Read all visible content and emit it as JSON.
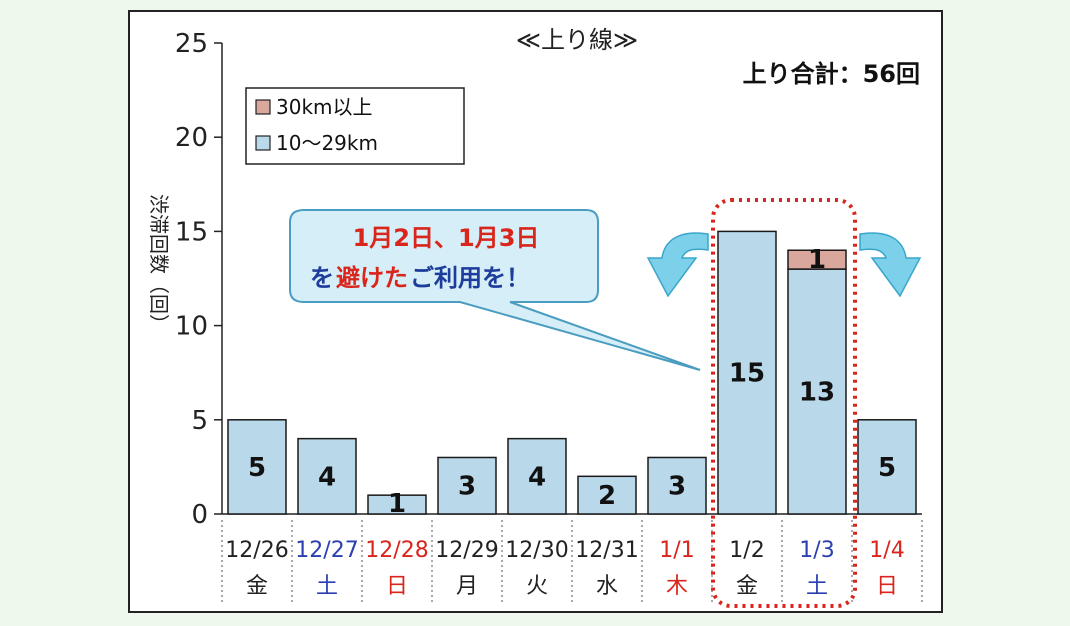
{
  "chart_data": {
    "type": "bar",
    "title": "≪上り線≫",
    "total_label": "上り合計：56回",
    "ylabel": "渋滞回数（回）",
    "ylim": [
      0,
      25
    ],
    "yticks": [
      0,
      5,
      10,
      15,
      20,
      25
    ],
    "categories": [
      "12/26",
      "12/27",
      "12/28",
      "12/29",
      "12/30",
      "12/31",
      "1/1",
      "1/2",
      "1/3",
      "1/4"
    ],
    "weekdays": [
      "金",
      "土",
      "日",
      "月",
      "火",
      "水",
      "木",
      "金",
      "土",
      "日"
    ],
    "label_colors": [
      "#222222",
      "#2b3fb0",
      "#d9251c",
      "#222222",
      "#222222",
      "#222222",
      "#d9251c",
      "#222222",
      "#2b3fb0",
      "#d9251c"
    ],
    "series": [
      {
        "name": "10〜29km",
        "color": "#b9d8ea",
        "values": [
          5,
          4,
          1,
          3,
          4,
          2,
          3,
          15,
          13,
          5
        ]
      },
      {
        "name": "30km以上",
        "color": "#d9a79c",
        "values": [
          0,
          0,
          0,
          0,
          0,
          0,
          0,
          0,
          1,
          0
        ]
      }
    ],
    "bar_labels": [
      "5",
      "4",
      "1",
      "3",
      "4",
      "2",
      "3",
      "15",
      "13",
      "5"
    ],
    "stacked_top_labels": [
      "",
      "",
      "",
      "",
      "",
      "",
      "",
      "",
      "1",
      ""
    ],
    "legend_position": "top-left",
    "grid": false,
    "highlight_categories": [
      "1/2",
      "1/3"
    ],
    "callout": {
      "line1": "1月2日、1月3日",
      "line2_a": "を",
      "line2_b": "避けた",
      "line2_c": "ご利用を！",
      "color_red": "#d9251c",
      "color_blue": "#1d3c9c"
    }
  }
}
